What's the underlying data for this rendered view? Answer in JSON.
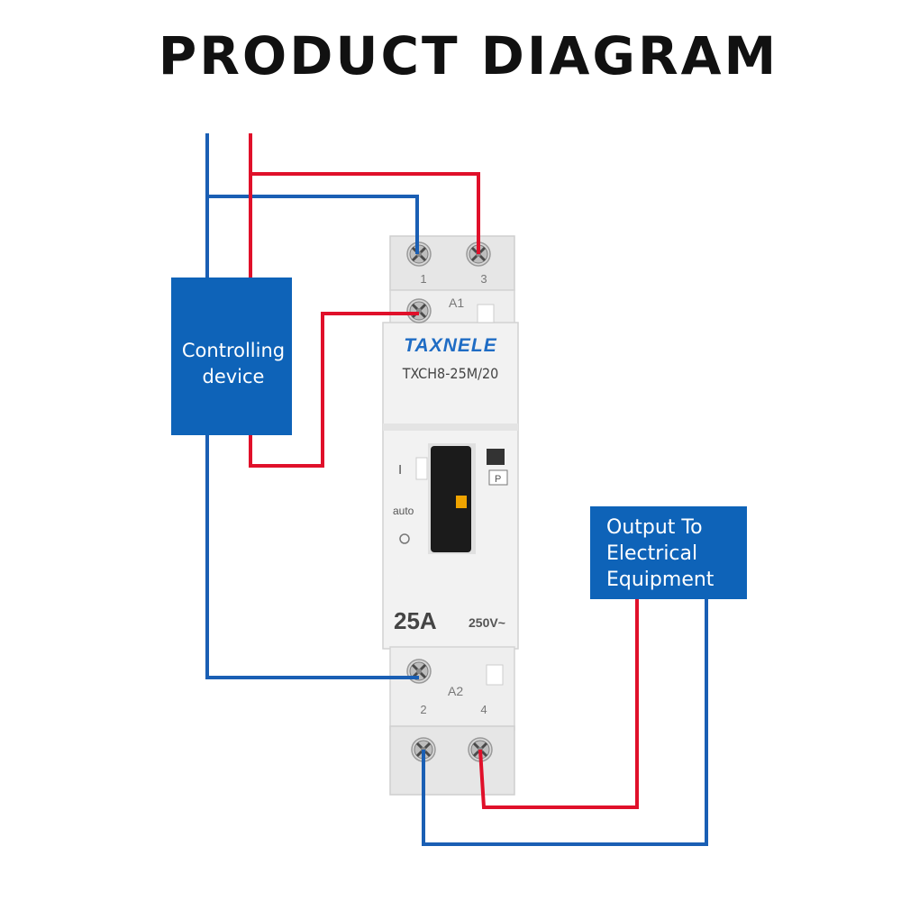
{
  "title": "PRODUCT  DIAGRAM",
  "colors": {
    "wire_blue": "#1a5fb4",
    "wire_red": "#e0102a",
    "box_blue": "#0e63b8",
    "device_body": "#ededed",
    "handle": "#1b1b1b",
    "handle_tab": "#f0a400",
    "brand_blue": "#1f6cc4"
  },
  "controlling_device": {
    "line1": "Controlling",
    "line2": "device"
  },
  "output_box": {
    "line1": "Output To",
    "line2": "Electrical",
    "line3": "Equipment"
  },
  "device": {
    "brand": "TAXNELE",
    "model": "TXCH8-25M/20",
    "terminal_top_left": "1",
    "terminal_top_right": "3",
    "coil_top": "A1",
    "coil_bottom": "A2",
    "terminal_bottom_left": "2",
    "terminal_bottom_right": "4",
    "mark_on": "I",
    "mark_auto": "auto",
    "mark_off": "O",
    "mark_p": "P",
    "rating_current": "25A",
    "rating_voltage": "250V~"
  }
}
